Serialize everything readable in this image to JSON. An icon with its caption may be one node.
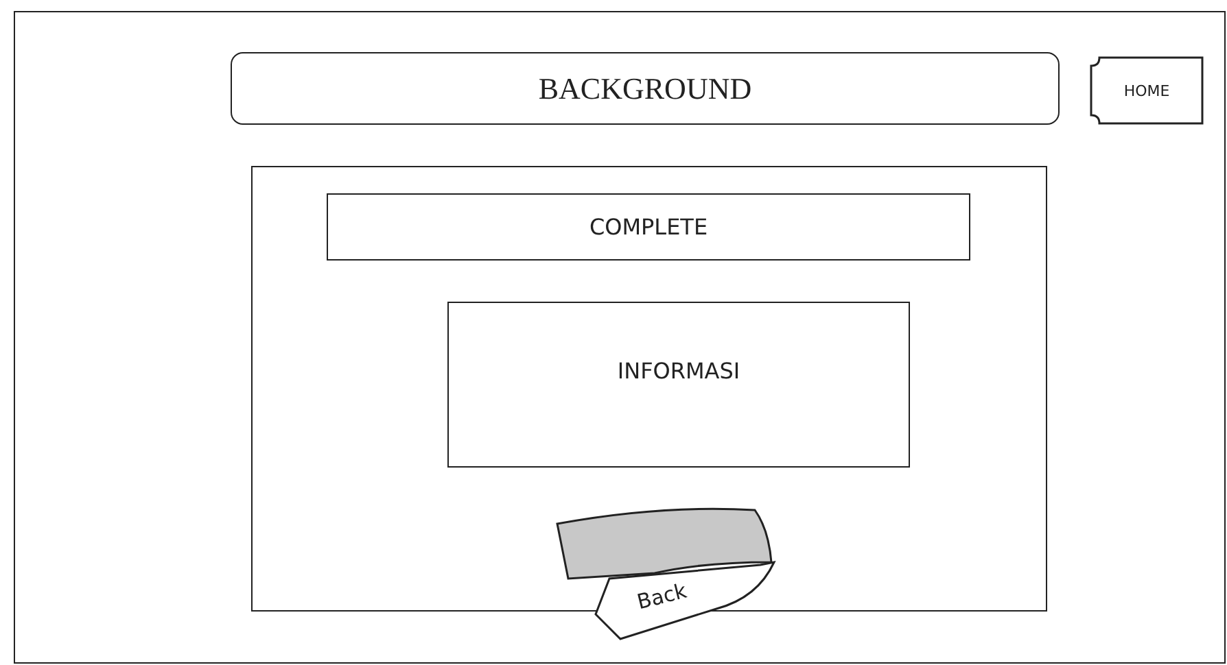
{
  "diagram": {
    "nodes": [
      {
        "text": [],
        "shape": "box"
      },
      {
        "text": [
          "BACKGROUND"
        ],
        "in": 0
      },
      {
        "text": [
          "HOME"
        ],
        "in": 0
      },
      {
        "text": [],
        "shape": "box",
        "in": 0
      },
      {
        "text": [
          "COMPLETE"
        ],
        "in": 3
      },
      {
        "text": [
          "INFORMASI"
        ],
        "in": 3
      },
      {
        "text": [
          "Back"
        ],
        "in": 3
      }
    ]
  }
}
